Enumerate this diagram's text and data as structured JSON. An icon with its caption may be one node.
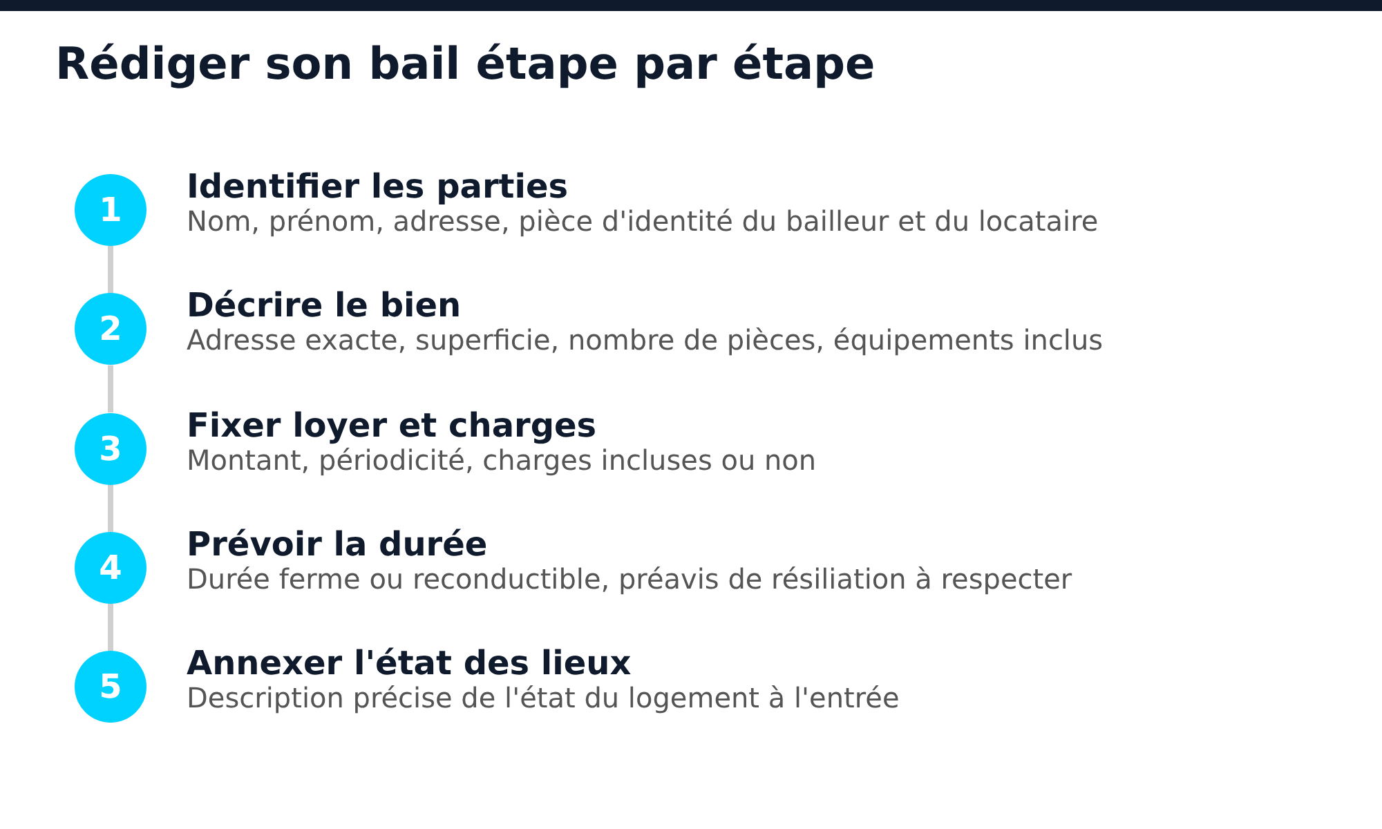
{
  "diagram": {
    "title": "Rédiger son bail étape par étape",
    "nodes": [
      {
        "text": [
          "1"
        ],
        "beside": [
          "Identifier les parties",
          "Nom, prénom, adresse, pièce d'identité du bailleur et du locataire"
        ]
      },
      {
        "text": [
          "2"
        ],
        "beside": [
          "Décrire le bien",
          "Adresse exacte, superficie, nombre de pièces, équipements inclus"
        ]
      },
      {
        "text": [
          "3"
        ],
        "beside": [
          "Fixer loyer et charges",
          "Montant, périodicité, charges incluses ou non"
        ]
      },
      {
        "text": [
          "4"
        ],
        "beside": [
          "Prévoir la durée",
          "Durée ferme ou reconductible, préavis de résiliation à respecter"
        ]
      },
      {
        "text": [
          "5"
        ],
        "beside": [
          "Annexer l'état des lieux",
          "Description précise de l'état du logement à l'entrée"
        ]
      }
    ],
    "edges": [
      {
        "from": 0,
        "to": 1,
        "arrow": "none"
      },
      {
        "from": 1,
        "to": 2,
        "arrow": "none"
      },
      {
        "from": 2,
        "to": 3,
        "arrow": "none"
      },
      {
        "from": 3,
        "to": 4,
        "arrow": "none"
      }
    ]
  }
}
